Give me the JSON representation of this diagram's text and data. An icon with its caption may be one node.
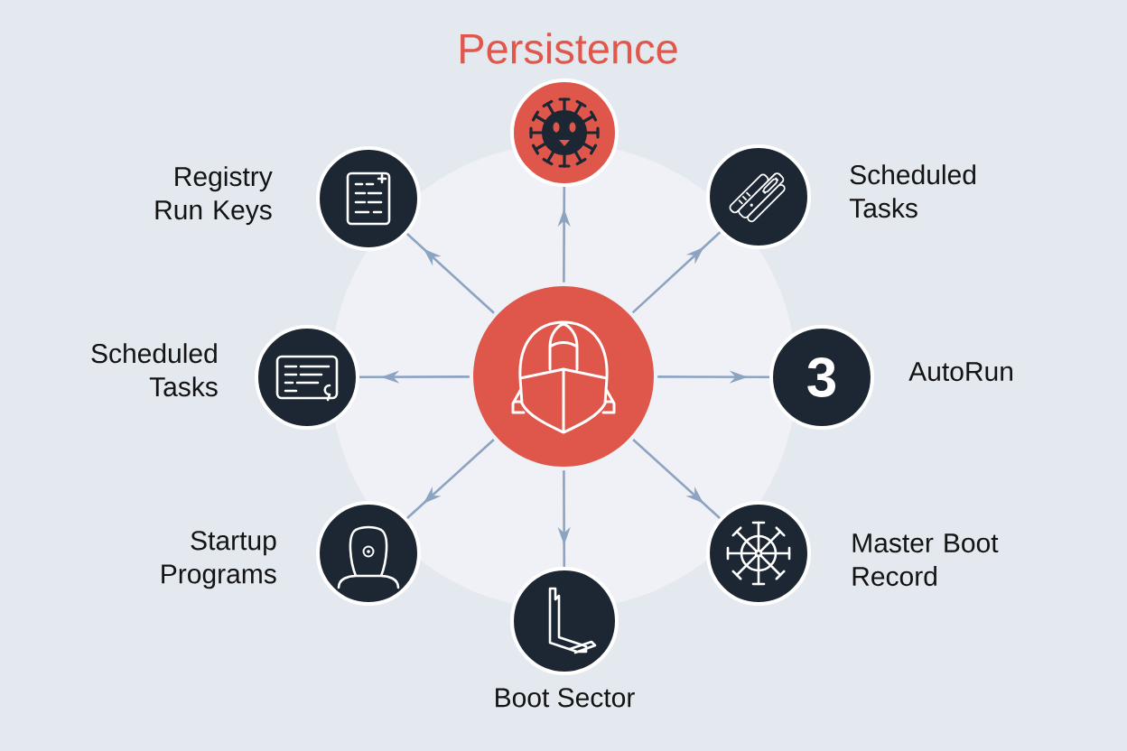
{
  "diagram": {
    "title": "Persistence",
    "nodes": [
      {
        "text": [],
        "shape": "circle"
      },
      {
        "text": [
          "Registry Run Keys"
        ]
      },
      {
        "text": [
          "Scheduled Tasks"
        ]
      },
      {
        "text": [
          "Scheduled Tasks"
        ]
      },
      {
        "text": [],
        "shape": "circle"
      },
      {
        "text": [
          "3",
          "AutoRun"
        ]
      },
      {
        "text": [
          "Startup Programs"
        ]
      },
      {
        "text": [
          "Master Boot Record"
        ]
      },
      {
        "text": [
          "Boot Sector"
        ]
      }
    ],
    "edges": [
      {
        "from": 4,
        "to": 0,
        "arrow": "to"
      },
      {
        "from": 4,
        "to": 1,
        "arrow": "to"
      },
      {
        "from": 4,
        "to": 2,
        "arrow": "to"
      },
      {
        "from": 4,
        "to": 3,
        "arrow": "to"
      },
      {
        "from": 4,
        "to": 5,
        "arrow": "to"
      },
      {
        "from": 4,
        "to": 6,
        "arrow": "to"
      },
      {
        "from": 4,
        "to": 7,
        "arrow": "to"
      },
      {
        "from": 4,
        "to": 8,
        "arrow": "to"
      }
    ]
  }
}
